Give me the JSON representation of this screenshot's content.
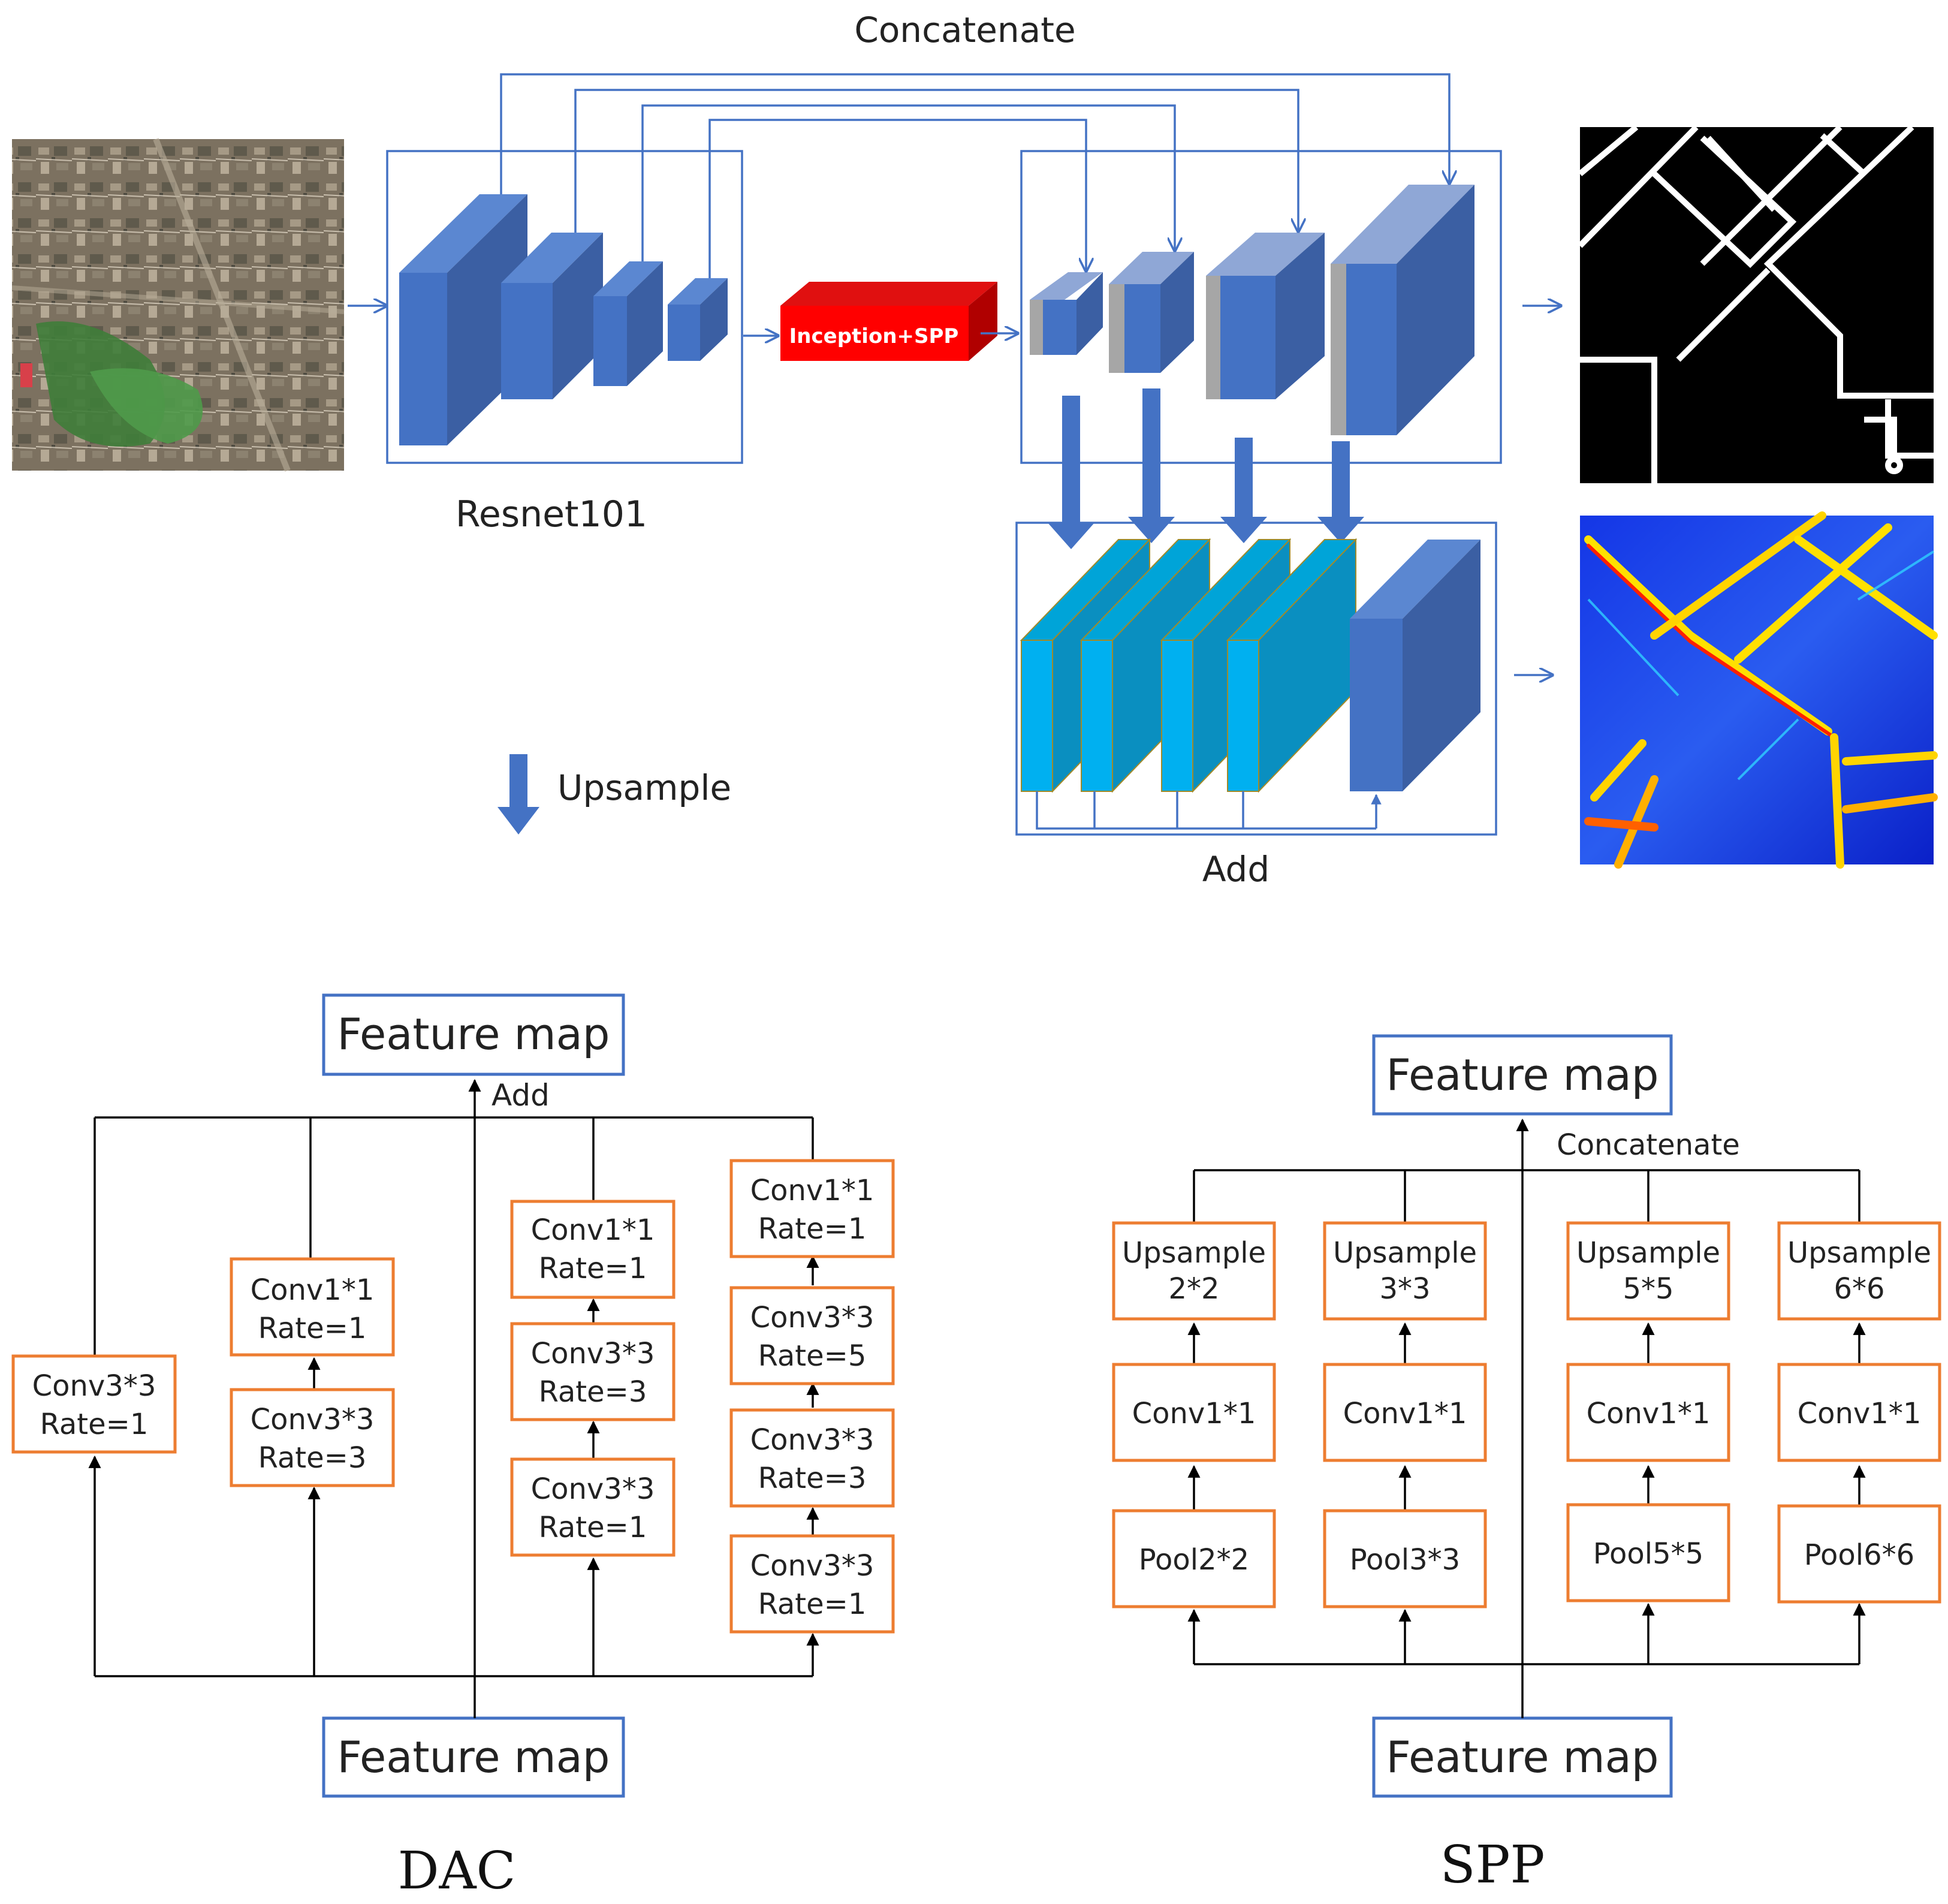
{
  "top": {
    "concatenate_label": "Concatenate",
    "encoder_label": "Resnet101",
    "bridge_label": "Inception+SPP",
    "add_label": "Add",
    "upsample_legend": "Upsample"
  },
  "dac": {
    "caption": "DAC",
    "top_map": "Feature map",
    "bottom_map": "Feature map",
    "add_label": "Add",
    "branch1": {
      "box1": [
        "Conv3*3",
        "Rate=1"
      ]
    },
    "branch2": {
      "box1": [
        "Conv3*3",
        "Rate=3"
      ],
      "box2": [
        "Conv1*1",
        "Rate=1"
      ]
    },
    "branch3": {
      "box1": [
        "Conv3*3",
        "Rate=1"
      ],
      "box2": [
        "Conv3*3",
        "Rate=3"
      ],
      "box3": [
        "Conv1*1",
        "Rate=1"
      ]
    },
    "branch4": {
      "box1": [
        "Conv3*3",
        "Rate=1"
      ],
      "box2": [
        "Conv3*3",
        "Rate=3"
      ],
      "box3": [
        "Conv3*3",
        "Rate=5"
      ],
      "box4": [
        "Conv1*1",
        "Rate=1"
      ]
    }
  },
  "spp": {
    "caption": "SPP",
    "top_map": "Feature map",
    "bottom_map": "Feature map",
    "concat_label": "Concatenate",
    "branch1": {
      "pool": "Pool2*2",
      "conv": "Conv1*1",
      "up": [
        "Upsample",
        "2*2"
      ]
    },
    "branch2": {
      "pool": "Pool3*3",
      "conv": "Conv1*1",
      "up": [
        "Upsample",
        "3*3"
      ]
    },
    "branch3": {
      "pool": "Pool5*5",
      "conv": "Conv1*1",
      "up": [
        "Upsample",
        "5*5"
      ]
    },
    "branch4": {
      "pool": "Pool6*6",
      "conv": "Conv1*1",
      "up": [
        "Upsample",
        "6*6"
      ]
    }
  },
  "colors": {
    "frame_blue": "#4472C4",
    "block_blue": "#4472C4",
    "block_cyan": "#00B0F0",
    "bridge_red": "#FF0000",
    "orange": "#ED7D31"
  }
}
